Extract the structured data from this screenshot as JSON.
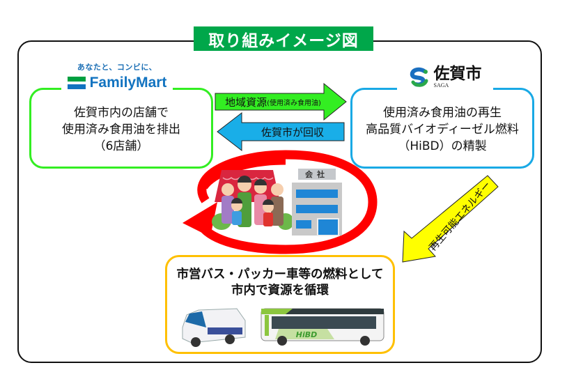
{
  "title": "取り組みイメージ図",
  "familymart": {
    "tagline": "あなたと、コンビに、",
    "brand": "FamilyMart",
    "description": "佐賀市内の店舗で\n使用済み食用油を排出\n（6店舗）"
  },
  "saga": {
    "name_jp": "佐賀市",
    "name_en": "SAGA",
    "description": "使用済み食用油の再生\n高品質バイオディーゼル燃料\n（HiBD）の精製"
  },
  "arrows": {
    "to_saga_main": "地域資源",
    "to_saga_sub": "(使用済み食用油)",
    "to_fm": "佐賀市が回収",
    "energy": "再生可能エネルギー"
  },
  "illustration": {
    "company_sign": "会社",
    "bus_logo": "HiBD"
  },
  "bottom": {
    "description": "市営バス・パッカー車等の燃料として\n市内で資源を循環"
  },
  "colors": {
    "title_bg": "#00a74a",
    "fm_border": "#33ee22",
    "saga_border": "#19a9e5",
    "bus_border": "#ffc000",
    "green_arrow": "#33ee22",
    "blue_arrow": "#19aee8",
    "yellow_arrow": "#ffff00",
    "cycle_red": "#ff0000"
  }
}
